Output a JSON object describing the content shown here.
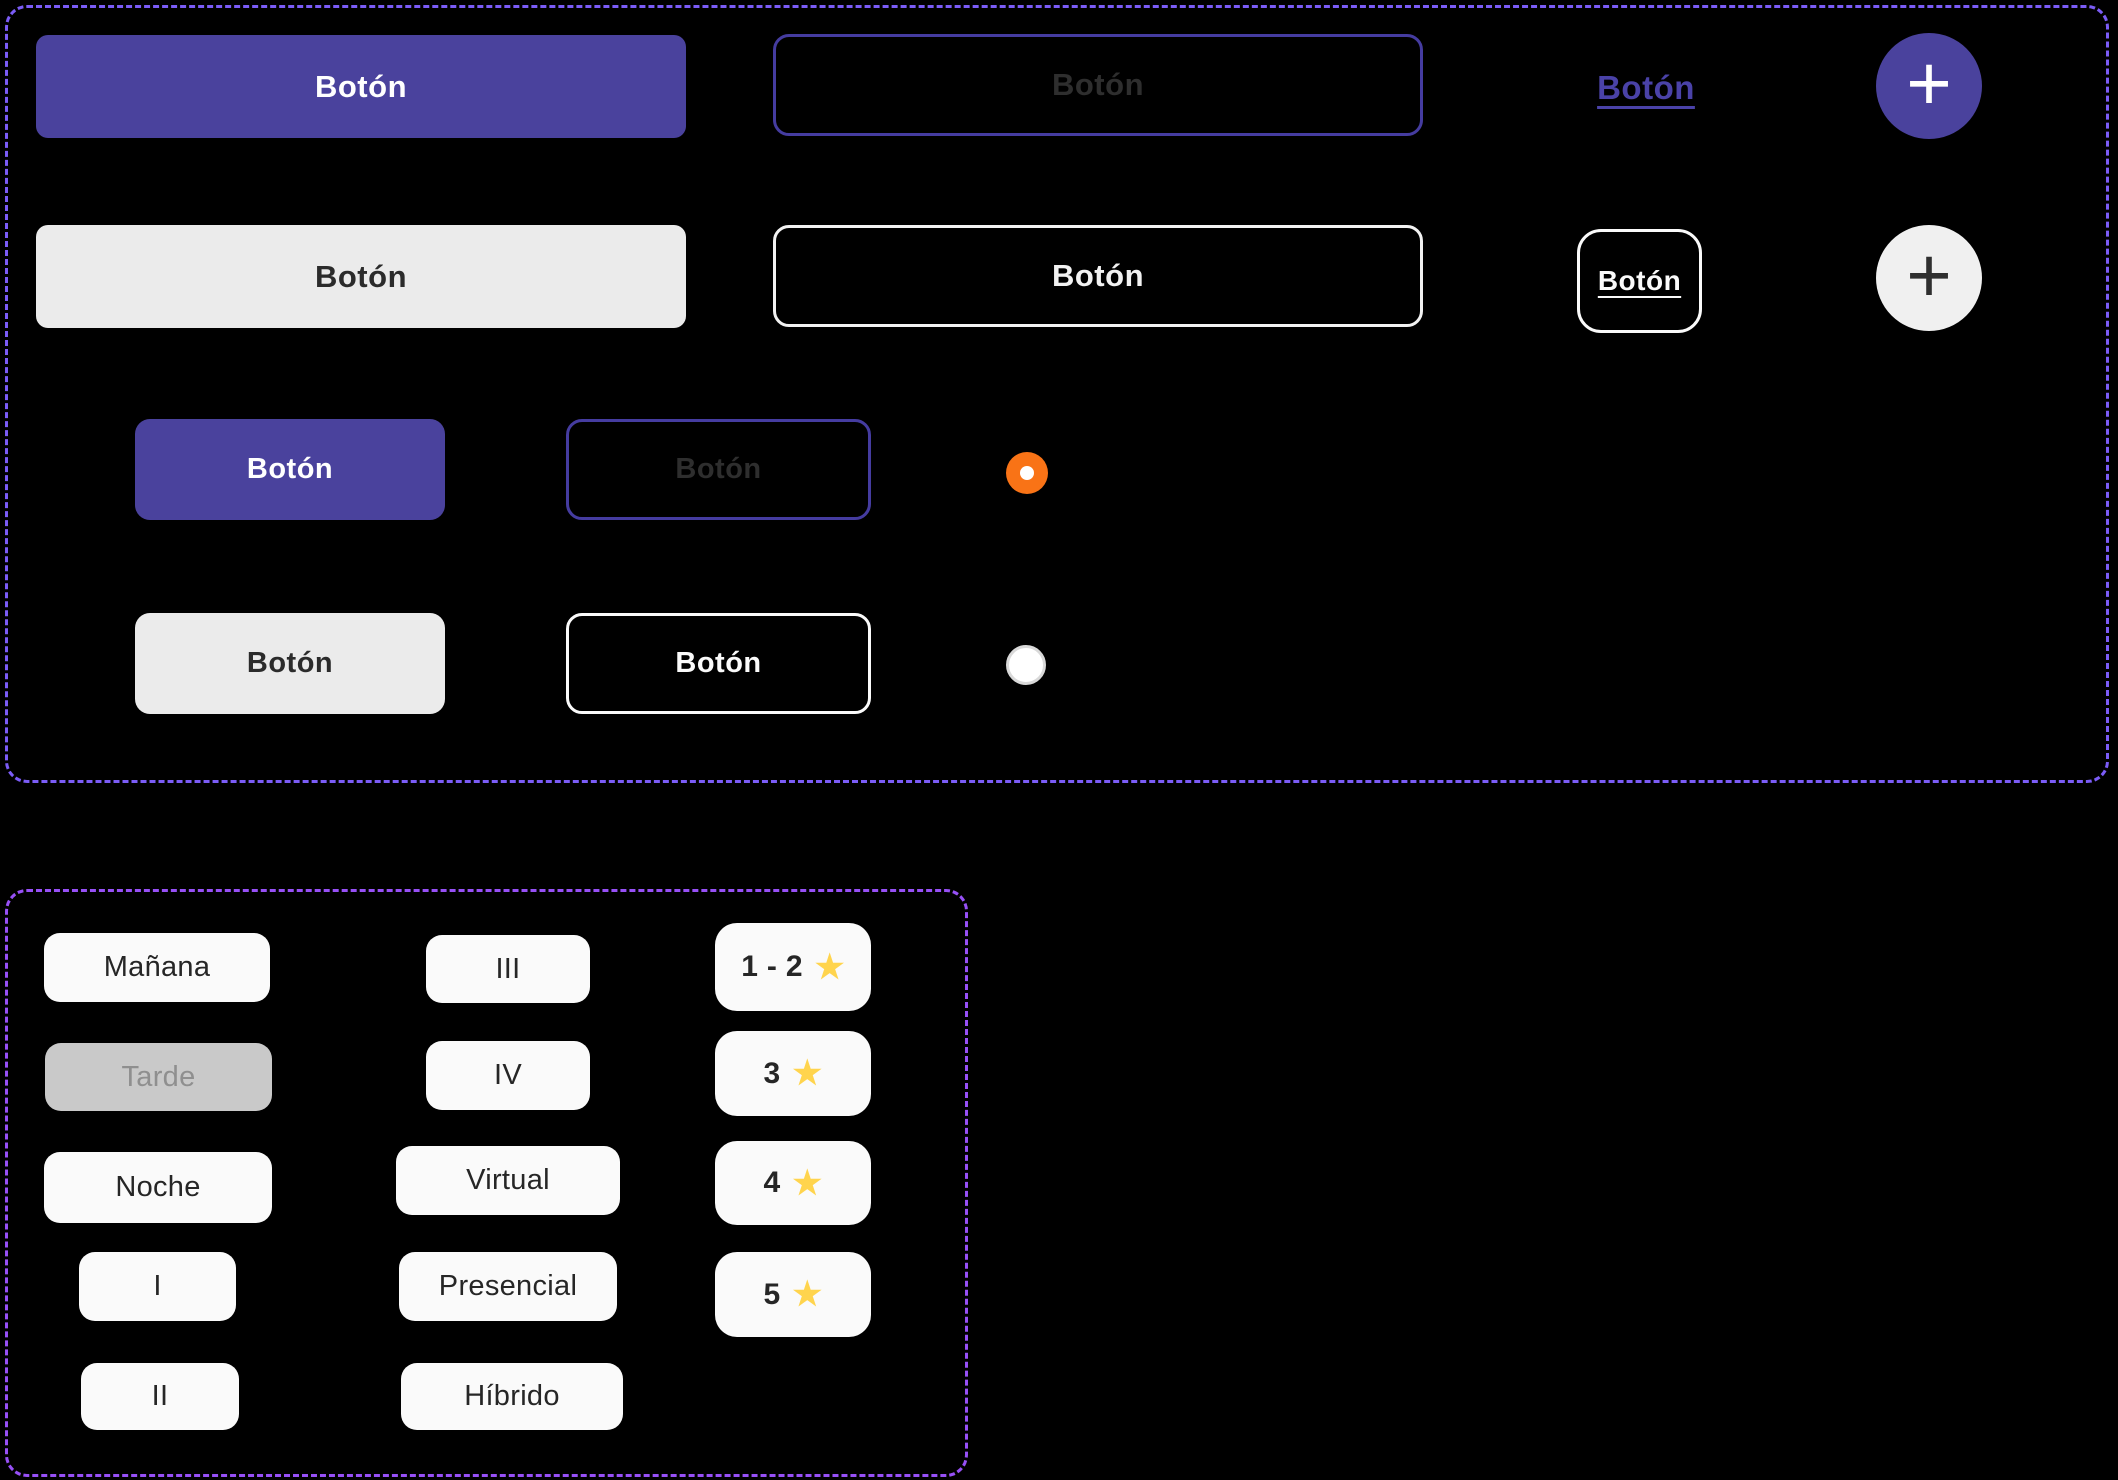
{
  "button_label": "Botón",
  "icons": {
    "plus_glyph": "+",
    "star_glyph": "★"
  },
  "colors": {
    "background": "#000000",
    "primary_fill": "#4A429D",
    "primary_border": "#453CA0",
    "link_text": "#4A42A8",
    "light_fill": "#EBEBEB",
    "outline_light": "#F2F2F2",
    "chip_bg": "#FAFAFA",
    "chip_disabled_bg": "#C9C9C9",
    "chip_disabled_text": "#8F8F8F",
    "dark_text": "#2B2B2B",
    "radio_selected": "#F97316",
    "radio_unselected": "#FFFFFF",
    "star": "#FFD44D",
    "section_buttons_border": "#7B5CF6",
    "section_chips_border": "#9750F6"
  },
  "chips": {
    "schedule": [
      {
        "label": "Mañana",
        "state": "default"
      },
      {
        "label": "Tarde",
        "state": "disabled"
      },
      {
        "label": "Noche",
        "state": "default"
      },
      {
        "label": "I",
        "state": "default"
      },
      {
        "label": "II",
        "state": "default"
      }
    ],
    "levels": [
      {
        "label": "III"
      },
      {
        "label": "IV"
      },
      {
        "label": "Virtual"
      },
      {
        "label": "Presencial"
      },
      {
        "label": "Híbrido"
      }
    ],
    "ratings": [
      {
        "label": "1 - 2"
      },
      {
        "label": "3"
      },
      {
        "label": "4"
      },
      {
        "label": "5"
      }
    ]
  }
}
